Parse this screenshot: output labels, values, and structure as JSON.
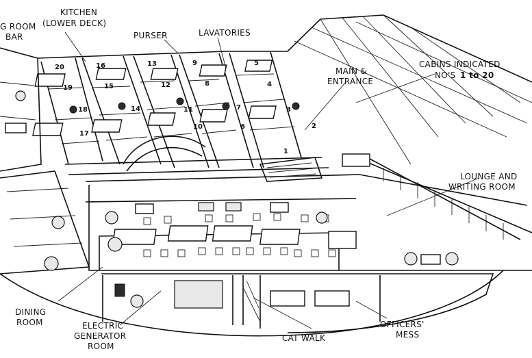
{
  "labels": {
    "smoking_room_bar": [
      "G ROOM",
      "BAR"
    ],
    "kitchen": [
      "KITCHEN",
      "(LOWER DECK)"
    ],
    "purser": "PURSER",
    "lavatories": "LAVATORIES",
    "main_entrance": [
      "MAIN &",
      "ENTRANCE"
    ],
    "cabins": [
      "CABINS  INDICATED",
      "NO'S"
    ],
    "cabins_range": "1 to 20",
    "lounge": [
      "LOUNGE  AND",
      "WRITING ROOM"
    ],
    "dining": [
      "DINING",
      "ROOM"
    ],
    "generator": [
      "ELECTRIC",
      "GENERATOR",
      "ROOM"
    ],
    "catwalk": "CAT WALK",
    "officers": [
      "OFFICERS'",
      "MESS"
    ]
  },
  "cabin_numbers": [
    "1",
    "2",
    "3",
    "4",
    "5",
    "6",
    "7",
    "8",
    "9",
    "10",
    "11",
    "12",
    "13",
    "14",
    "15",
    "16",
    "17",
    "18",
    "19",
    "20"
  ]
}
